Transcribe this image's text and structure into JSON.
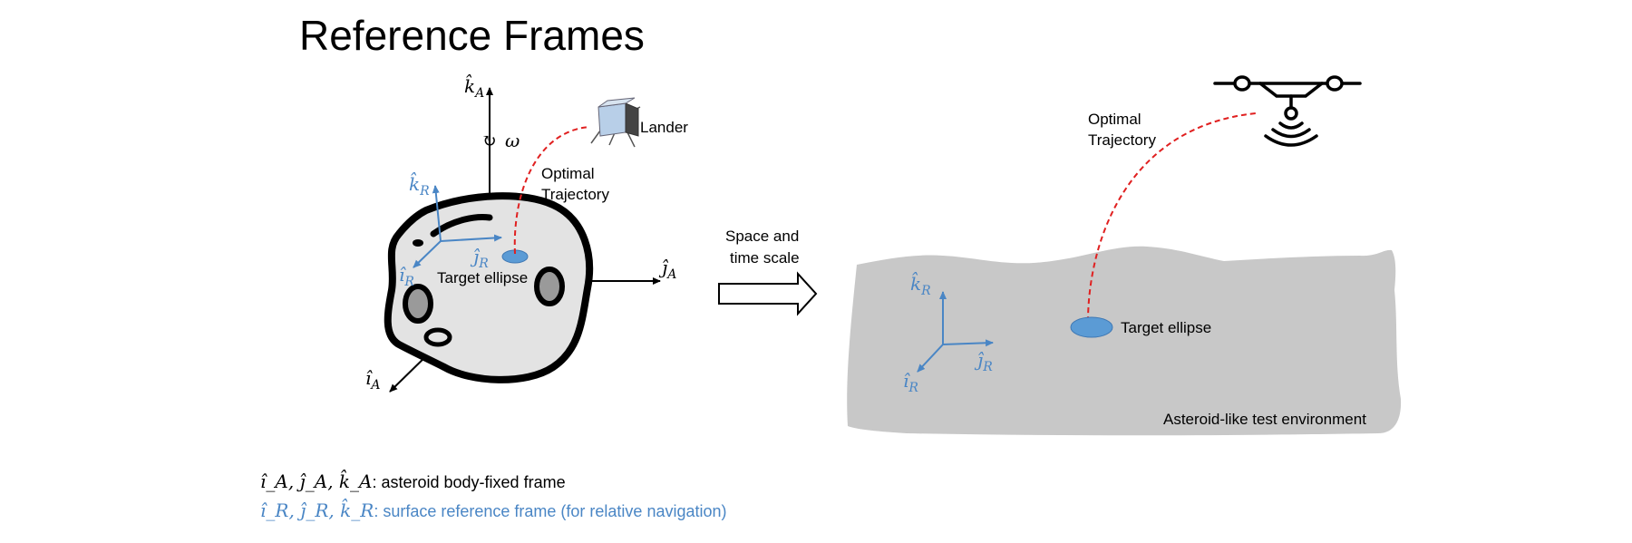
{
  "title": "Reference Frames",
  "colors": {
    "frame_blue": "#4a86c5",
    "target_fill": "#5b9bd5",
    "trajectory": "#e02020",
    "asteroid_fill": "#e3e3e3",
    "terrain_fill": "#c8c8c8",
    "crater_fill": "#9a9a9a"
  },
  "left": {
    "axis_labels": {
      "k_A": {
        "hat": "k̂",
        "sub": "A"
      },
      "j_A": {
        "hat": "ĵ",
        "sub": "A"
      },
      "i_A": {
        "hat": "î",
        "sub": "A"
      },
      "k_R": {
        "hat": "k̂",
        "sub": "R"
      },
      "j_R": {
        "hat": "ĵ",
        "sub": "R"
      },
      "i_R": {
        "hat": "î",
        "sub": "R"
      }
    },
    "rotation_symbol": "↻",
    "omega": "ω",
    "lander_label": "Lander",
    "trajectory_label_line1": "Optimal",
    "trajectory_label_line2": "Trajectory",
    "target_label": "Target ellipse"
  },
  "transition": {
    "line1": "Space and",
    "line2": "time scale"
  },
  "right": {
    "trajectory_label_line1": "Optimal",
    "trajectory_label_line2": "Trajectory",
    "target_label": "Target ellipse",
    "environment_label": "Asteroid-like test environment",
    "axis_labels": {
      "k_R": {
        "hat": "k̂",
        "sub": "R"
      },
      "j_R": {
        "hat": "ĵ",
        "sub": "R"
      },
      "i_R": {
        "hat": "î",
        "sub": "R"
      }
    }
  },
  "legend": {
    "line1_symbols": "î_A, ĵ_A, k̂_A",
    "line1_text": ": asteroid body-fixed frame",
    "line2_symbols": "î_R, ĵ_R, k̂_R",
    "line2_text": ": surface reference frame (for relative navigation)"
  }
}
